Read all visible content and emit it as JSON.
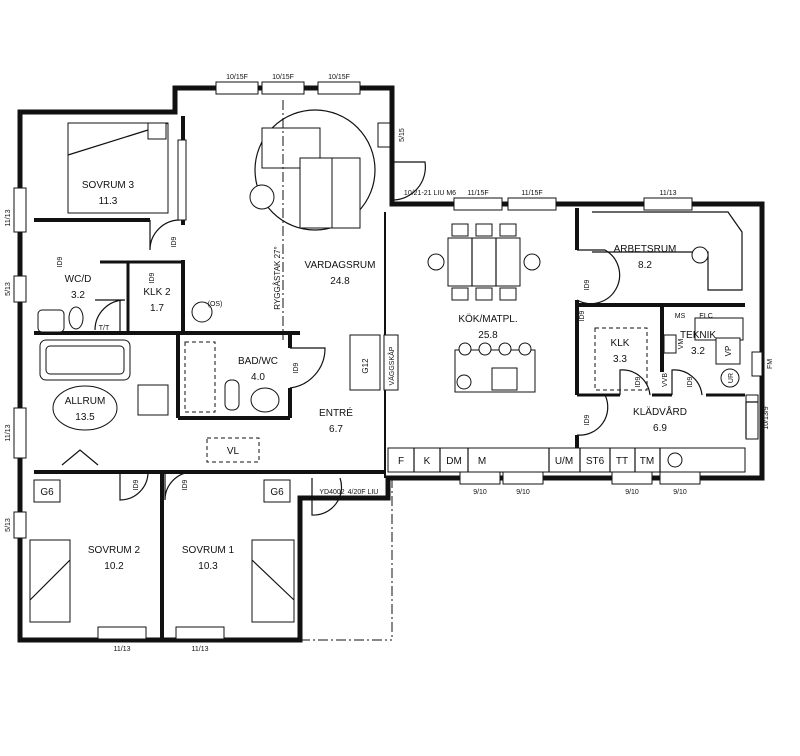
{
  "rooms": {
    "sovrum3": {
      "name": "SOVRUM 3",
      "area": "11.3"
    },
    "wc": {
      "name": "WC/D",
      "area": "3.2"
    },
    "klk2": {
      "name": "KLK 2",
      "area": "1.7"
    },
    "allrum": {
      "name": "ALLRUM",
      "area": "13.5"
    },
    "bad": {
      "name": "BAD/WC",
      "area": "4.0"
    },
    "vardagsrum": {
      "name": "VARDAGSRUM",
      "area": "24.8"
    },
    "entre": {
      "name": "ENTRÉ",
      "area": "6.7"
    },
    "kok": {
      "name": "KÖK/MATPL.",
      "area": "25.8"
    },
    "arbetsrum": {
      "name": "ARBETSRUM",
      "area": "8.2"
    },
    "klk": {
      "name": "KLK",
      "area": "3.3"
    },
    "teknik": {
      "name": "TEKNIK",
      "area": "3.2"
    },
    "kladvard": {
      "name": "KLÄDVÅRD",
      "area": "6.9"
    },
    "sovrum2": {
      "name": "SOVRUM 2",
      "area": "10.2"
    },
    "sovrum1": {
      "name": "SOVRUM 1",
      "area": "10.3"
    }
  },
  "windows": {
    "w1": "10/15F",
    "w2": "10/15F",
    "w3": "10/15F",
    "w4": "5/15",
    "w5": "10/21-21 LIU M6",
    "w6": "11/15F",
    "w7": "11/15F",
    "w8": "11/13",
    "w9": "11/13",
    "w10": "5/13",
    "w11": "11/13",
    "w12": "5/13",
    "w13": "9/10",
    "w14": "9/10",
    "w15": "9/10",
    "w16": "9/10",
    "w17": "10/13/9",
    "w18": "YD4002",
    "w19": "4/20F LIU",
    "w20": "11/13",
    "w21": "11/13"
  },
  "doors": {
    "d1": "ID9",
    "d2": "ID9",
    "d3": "ID9",
    "d4": "ID9",
    "d5": "ID9",
    "d6": "ID9",
    "d7": "ID9",
    "d8": "ID9",
    "d9": "ID9",
    "d10": "ID9",
    "d11": "ID9"
  },
  "fixtures": {
    "ryggstak": "RYGGÅSTAK 27°",
    "g12": "G12",
    "vaggskap": "VÄGGSKÅP",
    "vl": "VL",
    "g6a": "G6",
    "g6b": "G6",
    "os": "(OS)",
    "ms": "MS",
    "elc": "ELC",
    "vp": "VP",
    "vvb": "VVB",
    "ur": "UR",
    "fm": "FM",
    "vm": "VM",
    "tt_small": "T/T",
    "row_left": [
      "F",
      "K",
      "DM",
      "M"
    ],
    "um": "U/M",
    "row_right": [
      "ST6",
      "TT",
      "TM"
    ]
  }
}
